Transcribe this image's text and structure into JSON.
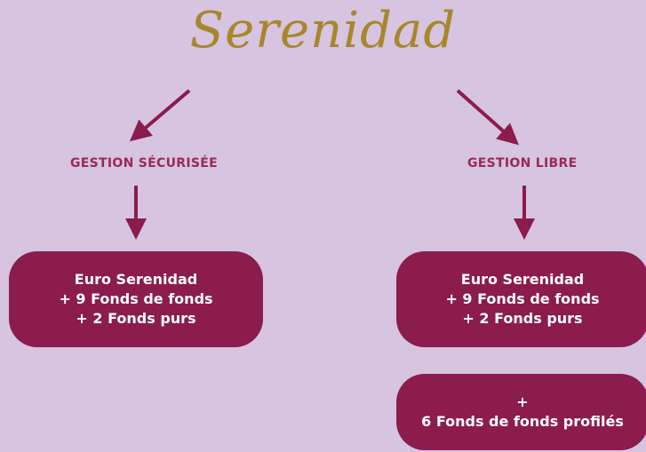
{
  "title": "Serenidad",
  "branches": [
    {
      "label": "Gestion Sécurisée",
      "box_lines": [
        "Euro Serenidad",
        "+ 9 Fonds de fonds",
        "+ 2 Fonds purs"
      ]
    },
    {
      "label": "Gestion Libre",
      "box_lines": [
        "Euro Serenidad",
        "+ 9 Fonds de fonds",
        "+ 2 Fonds purs"
      ],
      "extra_box_lines": [
        "+",
        "6 Fonds de fonds profilés"
      ]
    }
  ],
  "colors": {
    "background": "#d6c4e0",
    "title": "#a8862a",
    "accent": "#8b1c4b",
    "label": "#9a2a52"
  }
}
